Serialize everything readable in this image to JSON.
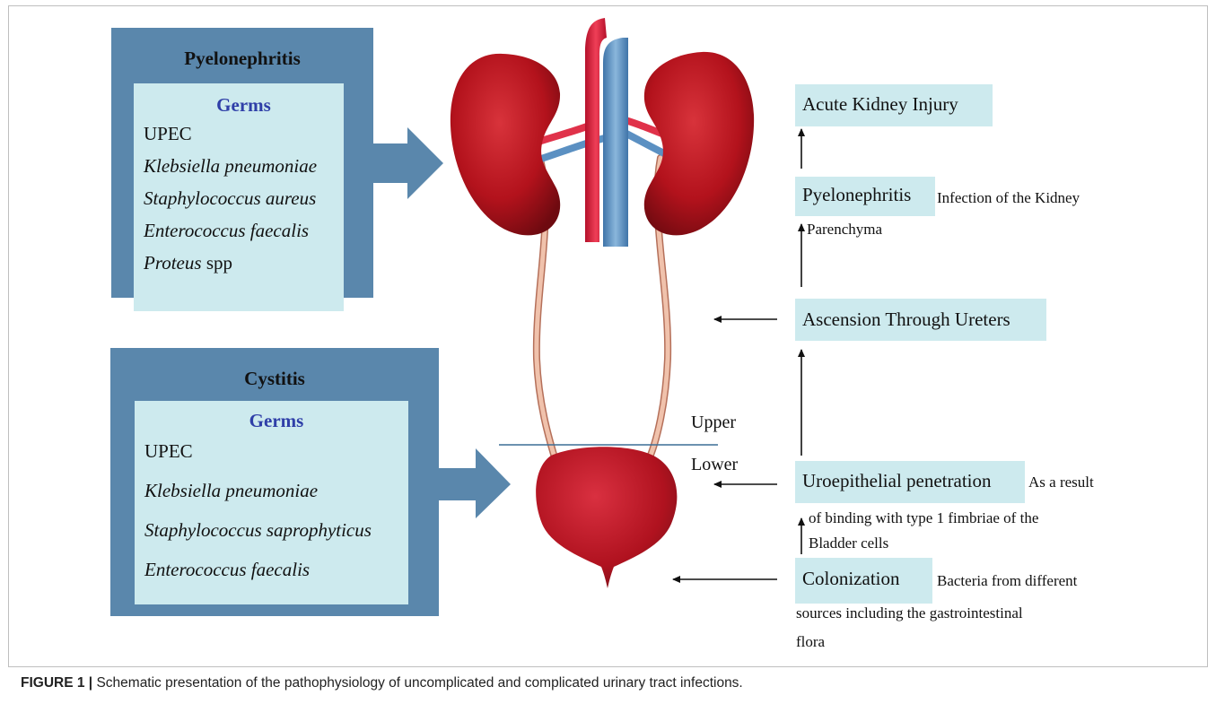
{
  "pyelonephritis_box": {
    "title": "Pyelonephritis",
    "germs_heading": "Germs",
    "items": [
      {
        "name": "UPEC",
        "suffix": ""
      },
      {
        "name": "Klebsiella pneumoniae",
        "suffix": ""
      },
      {
        "name": "Staphylococcus aureus",
        "suffix": ""
      },
      {
        "name": "Enterococcus faecalis",
        "suffix": ""
      },
      {
        "name": "Proteus",
        "suffix": " spp"
      }
    ]
  },
  "cystitis_box": {
    "title": "Cystitis",
    "germs_heading": "Germs",
    "items": [
      {
        "name": "UPEC"
      },
      {
        "name": "Klebsiella pneumoniae"
      },
      {
        "name": "Staphylococcus saprophyticus"
      },
      {
        "name": "Enterococcus faecalis"
      }
    ]
  },
  "levels": {
    "upper": "Upper",
    "lower": "Lower"
  },
  "pathway": {
    "acute_kidney_injury": "Acute Kidney Injury",
    "pyelonephritis": "Pyelonephritis",
    "pyelonephritis_note": [
      "Infection of the Kidney",
      "Parenchyma"
    ],
    "ascension": "Ascension Through Ureters",
    "uroepithelial": "Uroepithelial penetration",
    "uroepithelial_note": [
      "As a result",
      "of binding with type 1 fimbriae of the",
      "Bladder cells"
    ],
    "colonization": "Colonization",
    "colonization_note": [
      "Bacteria from different",
      "sources including the gastrointestinal",
      "flora"
    ]
  },
  "caption": {
    "label": "FIGURE 1 |",
    "text": " Schematic presentation of the pathophysiology of uncomplicated and complicated urinary tract infections."
  },
  "colors": {
    "box_outer": "#5a87ac",
    "box_inner": "#cdeaee",
    "germs_heading": "#2f3fa8",
    "kidney": "#b3121c",
    "artery": "#e0324a",
    "vein": "#5b90c2",
    "ureter": "#e2a58c"
  }
}
